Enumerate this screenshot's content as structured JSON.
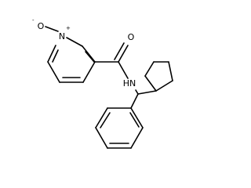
{
  "molecule": {
    "labels": {
      "pyridine_n": "N",
      "pyridine_n_charge": "+",
      "n_oxide_o": "O",
      "n_oxide_o_charge": "-",
      "carbonyl_o": "O",
      "amide_nh": "HN"
    },
    "colors": {
      "bond": "#000000",
      "text": "#000000",
      "background": "#ffffff"
    }
  }
}
